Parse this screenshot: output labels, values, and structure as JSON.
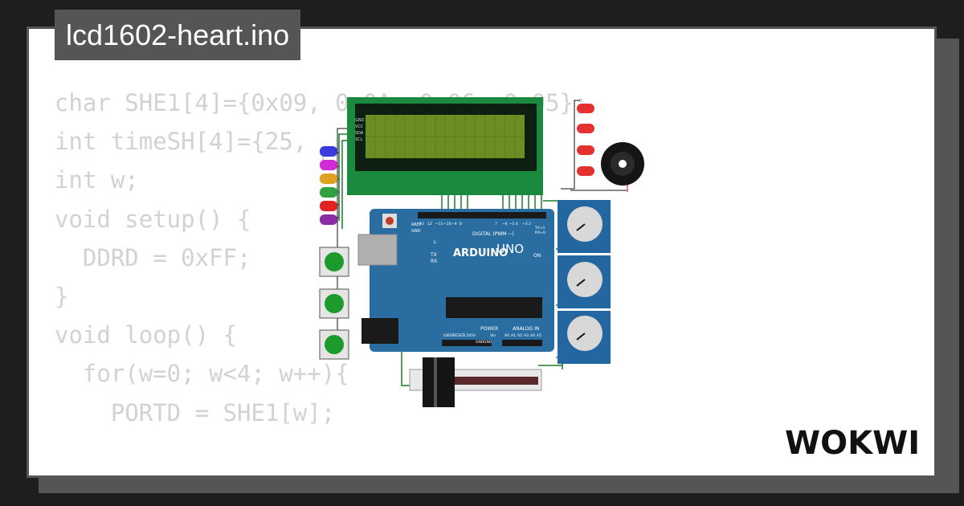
{
  "header": {
    "title": "lcd1602-heart.ino"
  },
  "code": {
    "lines": [
      "char SHE1[4]={0x09, 0x0A, 0x06, 0x05};",
      "int timeSH[4]={25,",
      "int w;",
      "",
      "void setup() {",
      "  DDRD = 0xFF;",
      "}",
      "",
      "void loop() {",
      "  for(w=0; w<4; w++){",
      "    PORTD = SHE1[w];"
    ]
  },
  "board": {
    "brand": "ARDUINO",
    "model": "UNO",
    "digital_label": "DIGITAL (PWM ~)",
    "power_label": "POWER",
    "analog_label": "ANALOG IN",
    "on_label": "ON",
    "l_label": "L",
    "tx_label": "TX",
    "rx_label": "RX",
    "aref_label": "AREF",
    "gnd_label": "GND",
    "digital_pins": [
      "13",
      "12",
      "~11",
      "~10",
      "~9",
      "8",
      "7",
      "~6",
      "~5",
      "4",
      "~3",
      "2",
      "TX→1",
      "RX←0"
    ],
    "power_pins": [
      "IOREF",
      "RESET",
      "3.3V",
      "5V",
      "GND",
      "GND",
      "Vin"
    ],
    "analog_pins": [
      "A0",
      "A1",
      "A2",
      "A3",
      "A4",
      "A5"
    ]
  },
  "lcd": {
    "pins": [
      "GND",
      "VCC",
      "SDA",
      "SCL"
    ]
  },
  "colors": {
    "background": "#1e1e1e",
    "card": "#ffffff",
    "title_bg": "#555555",
    "code_text": "#d2d2d2",
    "arduino_blue": "#2a6ea1",
    "lcd_green": "#1c8a3e",
    "lcd_screen": "#6b8e23",
    "pot_blue": "#2366a0",
    "button_green": "#1c9a2c"
  },
  "brand": {
    "logo": "WOKWI"
  }
}
